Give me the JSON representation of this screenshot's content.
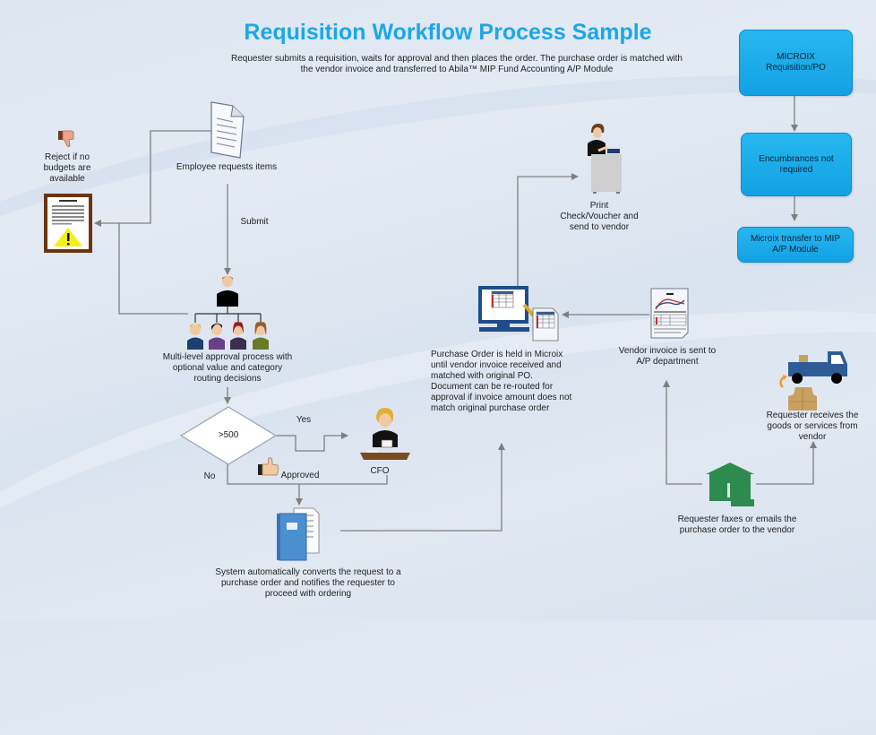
{
  "title": "Requisition Workflow Process Sample",
  "subtitle": "Requester submits a requisition, waits for approval and then places the order. The purchase order is matched with the vendor invoice and transferred to Abila™ MIP Fund Accounting A/P Module",
  "side_flow": {
    "boxes": [
      {
        "label": "MICROIX Requisition/PO"
      },
      {
        "label": "Encumbrances not required"
      },
      {
        "label": "Microix transfer to MIP A/P Module"
      }
    ]
  },
  "nodes": {
    "employee_request": {
      "label": "Employee requests items",
      "icon": "document-icon"
    },
    "submit": {
      "label": "Submit"
    },
    "reject": {
      "label": "Reject if no budgets are available",
      "icon": "thumbs-down-icon",
      "doc_icon": "warning-document-icon"
    },
    "approval": {
      "label": "Multi-level approval process with optional value and category routing decisions",
      "icon": "org-chart-icon"
    },
    "decision": {
      "label": ">500",
      "yes": "Yes",
      "no": "No"
    },
    "cfo": {
      "label": "CFO",
      "icon": "cfo-desk-icon"
    },
    "approved": {
      "label": "Approved",
      "icon": "thumbs-up-icon"
    },
    "system_convert": {
      "label": "System automatically converts the request to a purchase order and notifies the requester to proceed with ordering",
      "icon": "binder-icon"
    },
    "po_held": {
      "label": "Purchase Order is held in Microix until vendor invoice received and matched with original PO. Document can be re-routed for approval if invoice amount does not match original purchase order",
      "icon": "computer-spreadsheet-icon"
    },
    "print_check": {
      "label": "Print Check/Voucher and send to vendor",
      "icon": "printer-person-icon"
    },
    "vendor_invoice": {
      "label": "Vendor invoice is sent to A/P department",
      "icon": "invoice-icon"
    },
    "receive_goods": {
      "label": "Requester receives the goods or services from vendor",
      "icon": "delivery-truck-icon"
    },
    "fax_email": {
      "label": "Requester faxes or emails the purchase order to the vendor",
      "icon": "warehouse-icon"
    }
  },
  "colors": {
    "title": "#1ba7e8",
    "box": "#1aaaea",
    "connector": "#7f7f7f"
  }
}
